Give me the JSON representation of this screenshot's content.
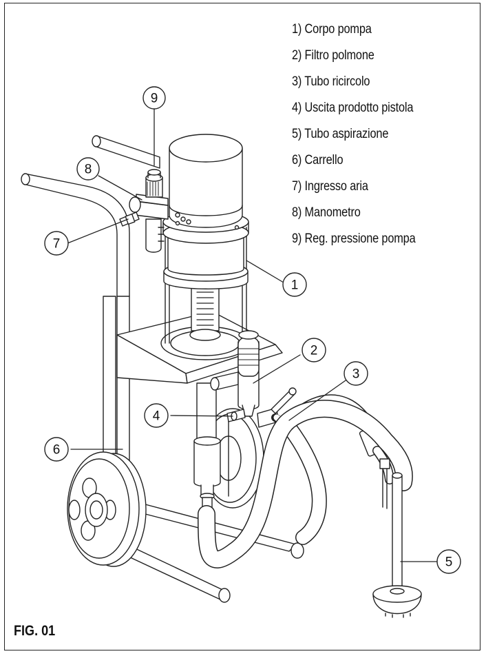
{
  "legend": [
    "1) Corpo pompa",
    "2) Filtro polmone",
    "3) Tubo ricircolo",
    "4) Uscita prodotto pistola",
    "5) Tubo aspirazione",
    "6) Carrello",
    "7) Ingresso aria",
    "8) Manometro",
    "9) Reg. pressione pompa"
  ],
  "callouts": [
    "1",
    "2",
    "3",
    "4",
    "5",
    "6",
    "7",
    "8",
    "9"
  ],
  "figure_label": "FIG. 01"
}
